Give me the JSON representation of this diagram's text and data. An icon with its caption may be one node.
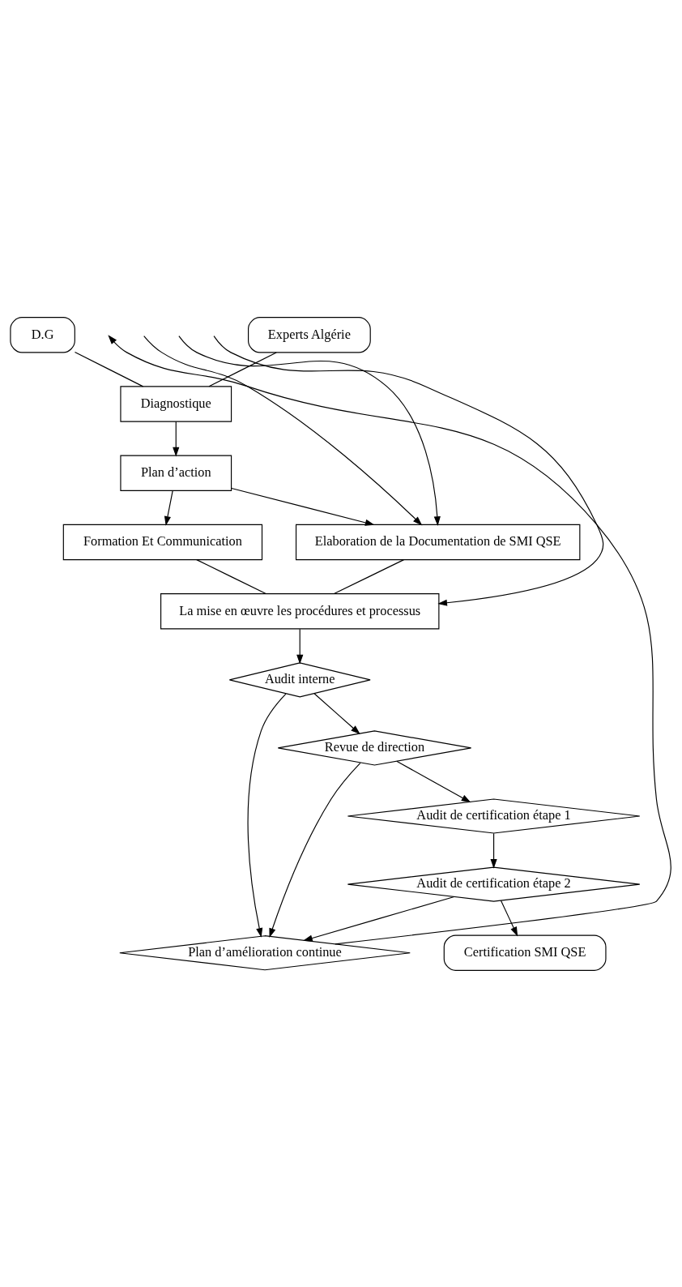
{
  "diagram": {
    "nodes": [
      {
        "text": [
          "D.G"
        ]
      },
      {
        "text": [
          "Experts Algérie"
        ]
      },
      {
        "text": [
          "Diagnostique"
        ]
      },
      {
        "text": [
          "Plan d’action"
        ]
      },
      {
        "text": [
          "Formation Et Communication"
        ]
      },
      {
        "text": [
          "Elaboration de la Documentation de SMI QSE"
        ]
      },
      {
        "text": [
          "La mise en œuvre les procédures et processus"
        ]
      },
      {
        "text": [
          "Audit interne"
        ]
      },
      {
        "text": [
          "Plan d’amélioration continue"
        ]
      },
      {
        "text": [
          "Revue de direction"
        ]
      },
      {
        "text": [
          "Audit de certification étape 1"
        ]
      },
      {
        "text": [
          "Audit de certification étape 2"
        ]
      },
      {
        "text": [
          "Certification SMI QSE"
        ]
      }
    ],
    "edges": [
      {
        "from": 0,
        "to": 2,
        "arrow": "none"
      },
      {
        "from": 1,
        "to": 2,
        "arrow": "none"
      },
      {
        "from": 2,
        "to": 3,
        "arrow": "to"
      },
      {
        "from": 3,
        "to": 4,
        "arrow": "to"
      },
      {
        "from": 3,
        "to": 5,
        "arrow": "to"
      },
      {
        "from": 4,
        "to": 6,
        "arrow": "none"
      },
      {
        "from": 5,
        "to": 6,
        "arrow": "none"
      },
      {
        "from": 6,
        "to": 7,
        "arrow": "to"
      },
      {
        "from": 7,
        "to": 8,
        "arrow": "to"
      },
      {
        "from": 7,
        "to": 9,
        "arrow": "to"
      },
      {
        "from": 9,
        "to": 8,
        "arrow": "to"
      },
      {
        "from": 9,
        "to": 10,
        "arrow": "to"
      },
      {
        "from": 10,
        "to": 11,
        "arrow": "to"
      },
      {
        "from": 11,
        "to": 8,
        "arrow": "to"
      },
      {
        "from": 11,
        "to": 12,
        "arrow": "to"
      },
      {
        "from": 8,
        "to": null,
        "arrow": "to"
      },
      {
        "from": null,
        "to": 5,
        "arrow": "to"
      },
      {
        "from": null,
        "to": 5,
        "arrow": "to"
      },
      {
        "from": null,
        "to": 6,
        "arrow": "to"
      }
    ]
  }
}
